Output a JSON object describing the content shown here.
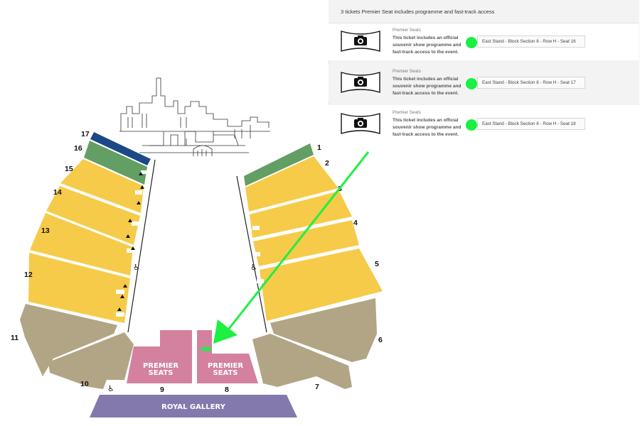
{
  "map": {
    "sections": [
      "1",
      "2",
      "3",
      "4",
      "5",
      "6",
      "7",
      "8",
      "9",
      "10",
      "11",
      "12",
      "13",
      "14",
      "15",
      "16",
      "17"
    ],
    "premier_label_top": "PREMIER",
    "premier_label_bottom": "SEATS",
    "royal_gallery": "ROYAL GALLERY",
    "colors": {
      "yellow": "#f6cb49",
      "green": "#639e64",
      "blue": "#1c4886",
      "tan": "#b1a585",
      "pink": "#d3819f",
      "purple": "#8479ad",
      "arrow": "#1df043"
    }
  },
  "panel": {
    "header": "3 tickets Premier Seat includes programme and fast-track access",
    "tickets": [
      {
        "category": "Premier Seats",
        "description": "This ticket includes an official souvenir show programme and fast-track access to the event.",
        "seat": "East Stand - Block Section 8 - Row H - Seat 16"
      },
      {
        "category": "Premier Seats",
        "description": "This ticket includes an official souvenir show programme and fast-track access to the event.",
        "seat": "East Stand - Block Section 8 - Row H - Seat 17"
      },
      {
        "category": "Premier Seats",
        "description": "This ticket includes an official souvenir show programme and fast-track access to the event.",
        "seat": "East Stand - Block Section 8 - Row H - Seat 18"
      }
    ]
  }
}
